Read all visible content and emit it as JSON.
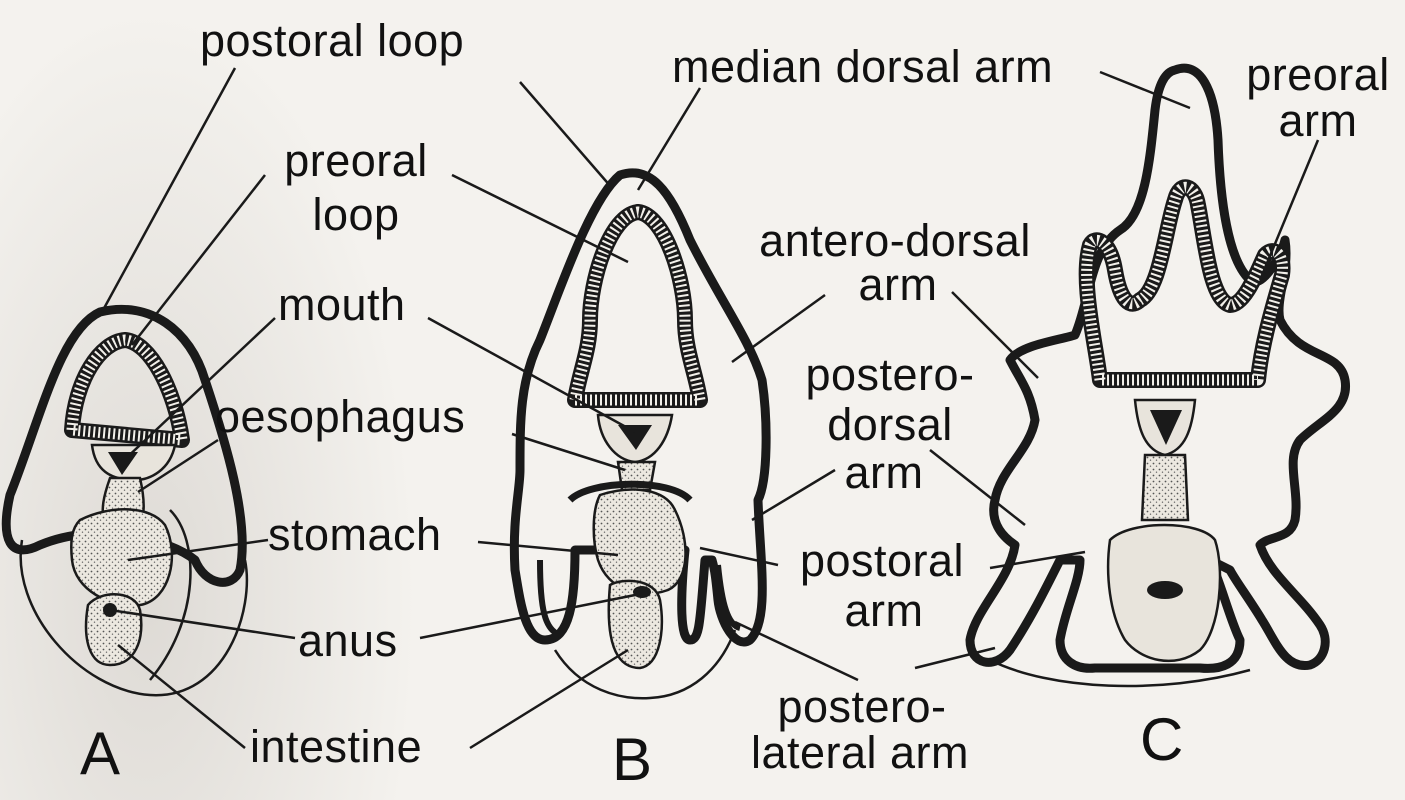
{
  "labels": {
    "postoral_loop": "postoral loop",
    "preoral_loop_line1": "preoral",
    "preoral_loop_line2": "loop",
    "mouth": "mouth",
    "oesophagus": "oesophagus",
    "stomach": "stomach",
    "anus": "anus",
    "intestine": "intestine",
    "median_dorsal_arm": "median dorsal arm",
    "antero_dorsal_arm_line1": "antero-dorsal",
    "antero_dorsal_arm_line2": "arm",
    "postero_dorsal_arm_line1": "postero-",
    "postero_dorsal_arm_line2": "dorsal",
    "postero_dorsal_arm_line3": "arm",
    "postoral_arm_line1": "postoral",
    "postoral_arm_line2": "arm",
    "postero_lateral_arm_line1": "postero-",
    "postero_lateral_arm_line2": "lateral arm",
    "preoral_arm_line1": "preoral",
    "preoral_arm_line2": "arm"
  },
  "panels": {
    "a": "A",
    "b": "B",
    "c": "C"
  }
}
